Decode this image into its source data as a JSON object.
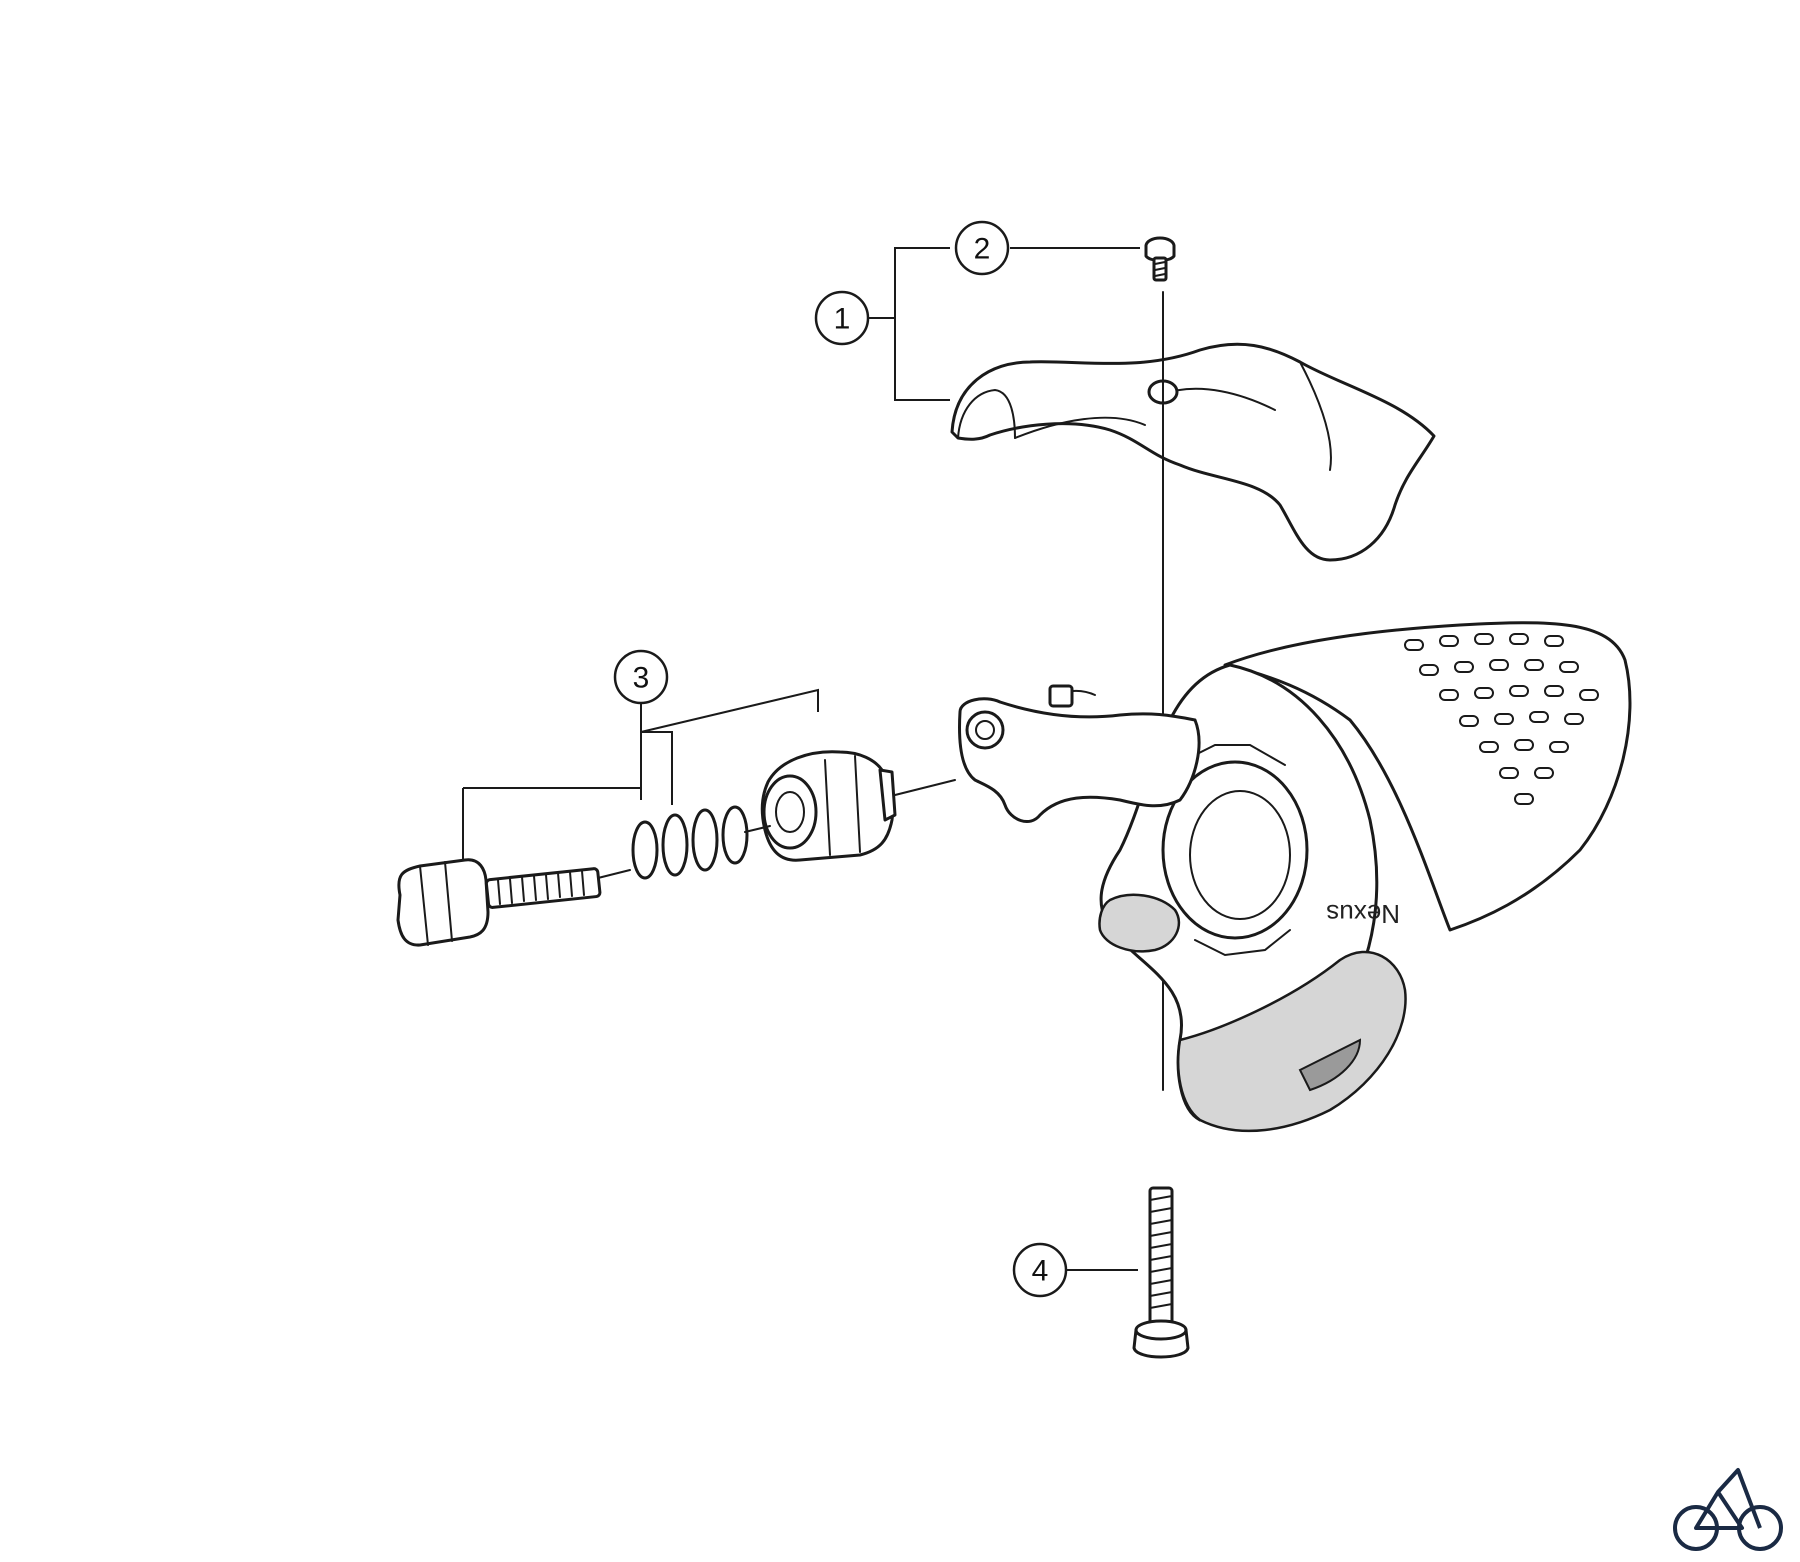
{
  "diagram": {
    "callouts": [
      {
        "number": "1",
        "part": "cover"
      },
      {
        "number": "2",
        "part": "cover-screw"
      },
      {
        "number": "3",
        "part": "cable-adjuster-set"
      },
      {
        "number": "4",
        "part": "clamp-bolt"
      }
    ],
    "brand_text": "Nexus",
    "logo_icon": "bicycle-icon",
    "colors": {
      "line": "#1a1a1a",
      "shade": "#d6d6d6",
      "background": "#ffffff"
    }
  }
}
